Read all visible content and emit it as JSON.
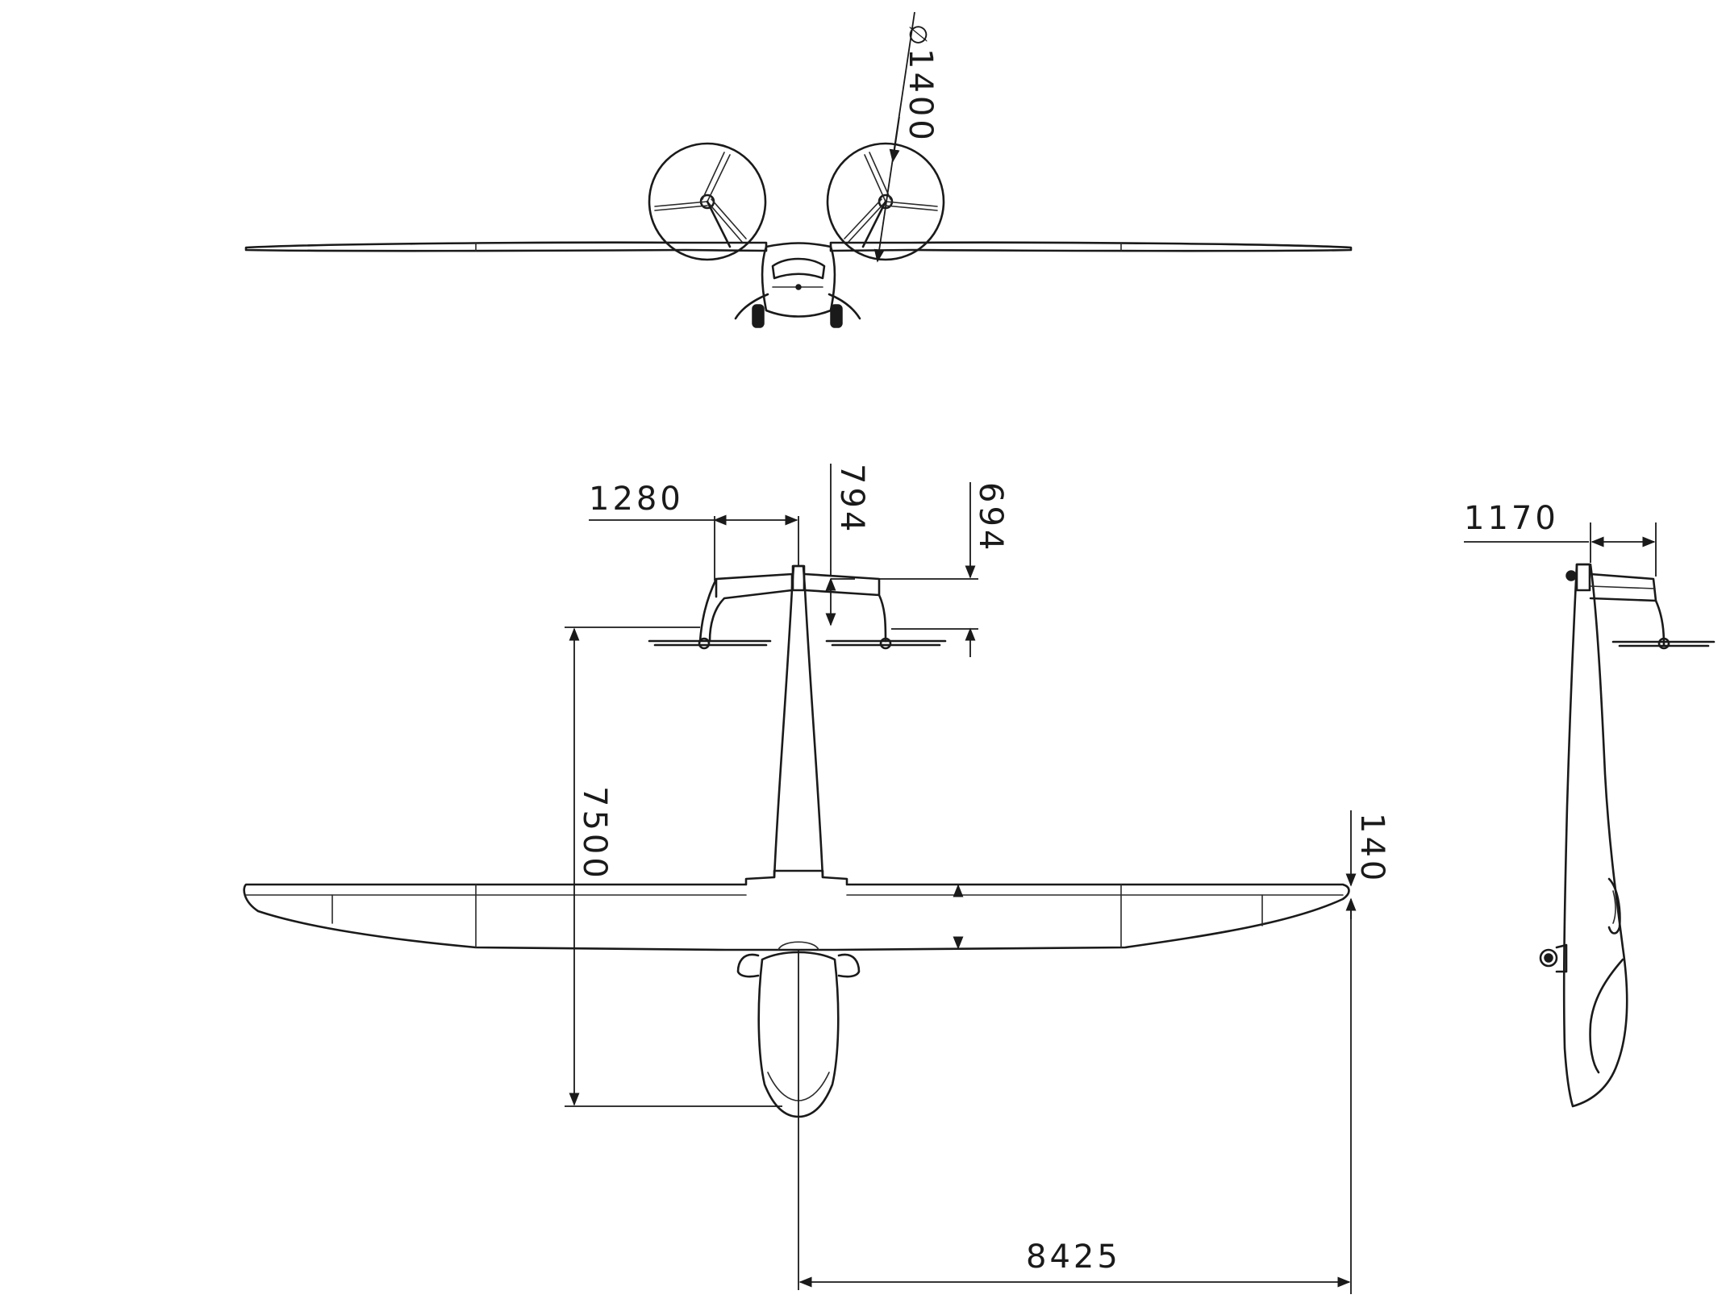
{
  "dimensions": {
    "rotor_diameter_symbol": "∅",
    "rotor_diameter": "1400",
    "boom_offset": "1280",
    "boom_drop": "794",
    "rotor_height": "694",
    "overall_length": "7500",
    "wing_thickness": "140",
    "half_span": "8425",
    "side_boom_length": "1170"
  },
  "colors": {
    "line": "#1a1a1a",
    "background": "#ffffff"
  }
}
